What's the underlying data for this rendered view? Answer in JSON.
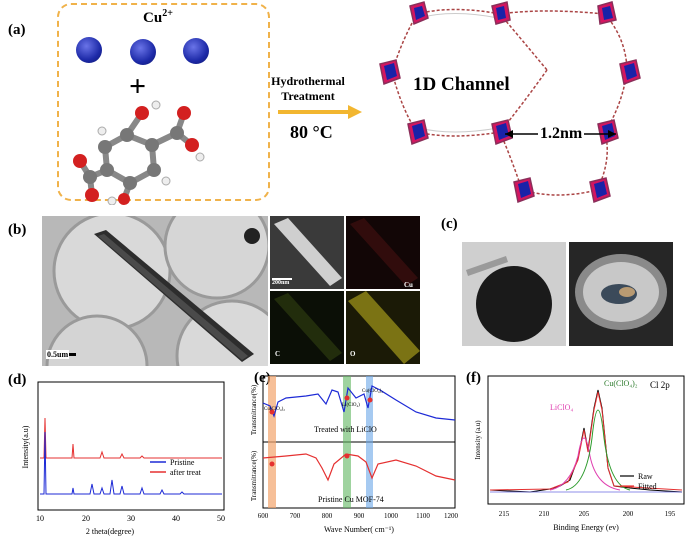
{
  "panel_a": {
    "label": "(a)",
    "ion": "Cu",
    "ion_charge": "2+",
    "plus": "+",
    "process_line1": "Hydrothermal",
    "process_line2": "Treatment",
    "temperature": "80 °C",
    "channel_label": "1D Channel",
    "channel_size": "1.2nm"
  },
  "panel_b": {
    "label": "(b)",
    "scale_main": "0.5um",
    "scale_map": "200nm",
    "map_cu": "Cu",
    "map_c": "C",
    "map_o": "O"
  },
  "panel_c": {
    "label": "(c)"
  },
  "panel_d": {
    "label": "(d)",
    "ylabel": "Intensity(a.u)",
    "xlabel": "2 theta(degree)",
    "xticks": [
      "10",
      "20",
      "30",
      "40",
      "50"
    ],
    "legend": [
      "Pristine",
      "after treat"
    ],
    "colors": {
      "pristine": "#1d2ad6",
      "after": "#e53030"
    }
  },
  "panel_e": {
    "label": "(e)",
    "ylabel_top": "Transmittance(%)",
    "ylabel_bottom": "Transmittance(%)",
    "xlabel": "Wave Number( cm⁻¹)",
    "xticks": [
      "600",
      "700",
      "800",
      "900",
      "1000",
      "1100",
      "1200"
    ],
    "annot_top": "Treated with LiClO",
    "annot_bottom": "Pristine Cu MOF-74",
    "peak_a": "Cu(ClO₄)₂",
    "peak_b": "Li(ClO₄)",
    "peak_c": "Cu(ClO₄)₂"
  },
  "panel_f": {
    "label": "(f)",
    "title": "Cl 2p",
    "ylabel": "Intensity (a.u)",
    "xlabel": "Binding Energy (ev)",
    "xticks": [
      "215",
      "210",
      "205",
      "200",
      "195"
    ],
    "peak_licl": "LiClO₄",
    "peak_cu": "Cu(ClO₄)₂",
    "legend": [
      "Raw",
      "Fitted"
    ]
  }
}
